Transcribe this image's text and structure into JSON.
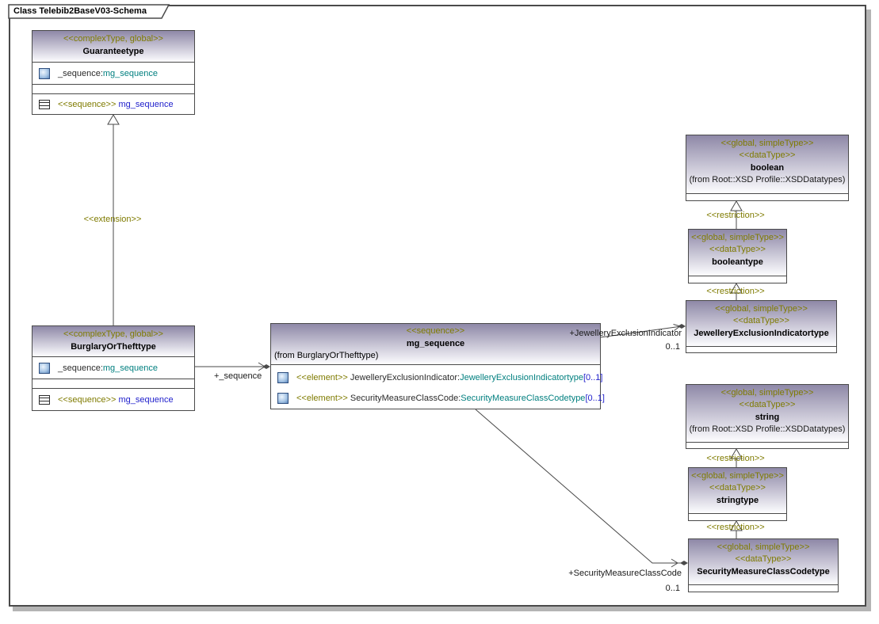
{
  "frame": {
    "title": "Class Telebib2BaseV03-Schema"
  },
  "classes": {
    "guaranteetype": {
      "stereotype": "<<complexType, global>>",
      "name": "Guaranteetype",
      "attribute": {
        "name": "_sequence:",
        "type": "mg_sequence"
      },
      "operation": {
        "stereotype": "<<sequence>>",
        "name": "mg_sequence"
      }
    },
    "burglaryorthefttype": {
      "stereotype": "<<complexType, global>>",
      "name": "BurglaryOrThefttype",
      "attribute": {
        "name": "_sequence:",
        "type": "mg_sequence"
      },
      "operation": {
        "stereotype": "<<sequence>>",
        "name": "mg_sequence"
      }
    },
    "mg_sequence": {
      "stereotype": "<<sequence>>",
      "name": "mg_sequence",
      "from": "(from BurglaryOrThefttype)",
      "elements": [
        {
          "stereotype": "<<element>>",
          "name": "JewelleryExclusionIndicator:",
          "type": "JewelleryExclusionIndicatortype",
          "multiplicity": "[0..1]"
        },
        {
          "stereotype": "<<element>>",
          "name": "SecurityMeasureClassCode:",
          "type": "SecurityMeasureClassCodetype",
          "multiplicity": "[0..1]"
        }
      ]
    },
    "boolean": {
      "stereotype1": "<<global, simpleType>>",
      "stereotype2": "<<dataType>>",
      "name": "boolean",
      "from": "(from Root::XSD Profile::XSDDatatypes)"
    },
    "booleantype": {
      "stereotype1": "<<global, simpleType>>",
      "stereotype2": "<<dataType>>",
      "name": "booleantype"
    },
    "jewelleryexclusionindicatortype": {
      "stereotype1": "<<global, simpleType>>",
      "stereotype2": "<<dataType>>",
      "name": "JewelleryExclusionIndicatortype"
    },
    "string": {
      "stereotype1": "<<global, simpleType>>",
      "stereotype2": "<<dataType>>",
      "name": "string",
      "from": "(from Root::XSD Profile::XSDDatatypes)"
    },
    "stringtype": {
      "stereotype1": "<<global, simpleType>>",
      "stereotype2": "<<dataType>>",
      "name": "stringtype"
    },
    "securitymeasureclasscodetype": {
      "stereotype1": "<<global, simpleType>>",
      "stereotype2": "<<dataType>>",
      "name": "SecurityMeasureClassCodetype"
    }
  },
  "edges": {
    "extension": {
      "stereotype": "<<extension>>"
    },
    "sequence_association": {
      "role": "+_sequence"
    },
    "jewellery_association": {
      "role": "+JewelleryExclusionIndicator",
      "multiplicity": "0..1"
    },
    "security_association": {
      "role": "+SecurityMeasureClassCode",
      "multiplicity": "0..1"
    },
    "restriction": {
      "stereotype": "<<restriction>>"
    }
  },
  "colors": {
    "stereotype": "#7f7b00",
    "type_reference": "#007f7f",
    "operation_reference": "#2121cc",
    "header_gradient_top": "#8e88a7",
    "box_border": "#4a4a4a",
    "shadow": "#b4b4b4"
  }
}
